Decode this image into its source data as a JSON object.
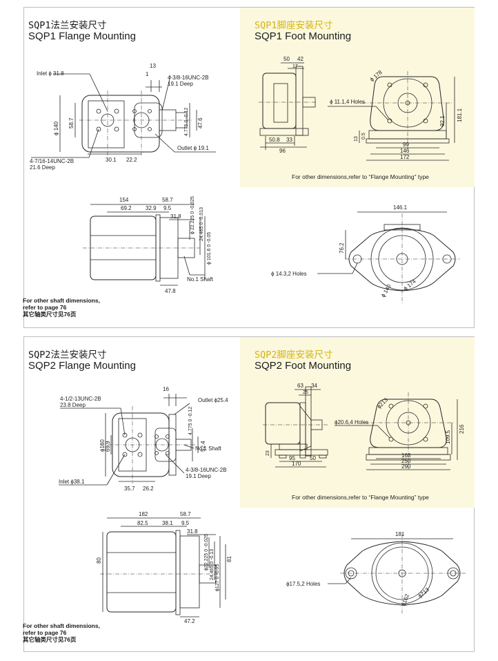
{
  "sqp1": {
    "flange_title_cn": "SQP1法兰安装尺寸",
    "flange_title_en": "SQP1 Flange Mounting",
    "foot_title_cn": "SQP1脚座安装尺寸",
    "foot_title_en": "SQP1 Foot Mounting",
    "foot_note": "For other dimensions,refer to “Flange Mounting” type",
    "shaft_note_l1": "For other shaft dimensions,",
    "shaft_note_l2": "refer to page",
    "shaft_note_page": "76",
    "shaft_note_cn": "其它轴类尺寸见76页",
    "labels": {
      "inlet": "Inlet ϕ 31.8",
      "d13": "13",
      "d1": "1",
      "unc1": "4-3/8-16UNC-2B",
      "deep1": "19.1 Deep",
      "d4775": "4.775 0 -0.12",
      "phi140": "ϕ 140",
      "d587v": "58.7",
      "d476": "47.6",
      "unc2": "4-7/16-14UNC-2B",
      "deep2": "21.6 Deep",
      "d301": "30.1",
      "d222": "22.2",
      "outlet": "Outlet ϕ 19.1",
      "d154": "154",
      "d587": "58.7",
      "d692": "69.2",
      "d329": "32.9",
      "d95": "9.5",
      "d318": "31.8",
      "shaft1": "ϕ 22.225 0 -0.025",
      "shaft2": "24.465 0 -0.013",
      "shaft3": "ϕ 101.6 0 -0.05",
      "no1shaft": "No.1 Shaft",
      "d478": "47.8",
      "f50": "50",
      "f42": "42",
      "f17": "17",
      "f_holes": "ϕ 11.1,4 Holes",
      "f13": "13",
      "f05": "0.5",
      "f508": "50.8",
      "f33": "33",
      "f96": "96",
      "f178": "ϕ 178",
      "f1811": "181.1",
      "f921": "92.1",
      "f99": "99",
      "f146": "146",
      "f172": "172",
      "b1461": "146.1",
      "b762": "76.2",
      "b_holes": "ϕ 14.3,2 Holes",
      "b140": "ϕ 140",
      "b174": "ϕ 174"
    }
  },
  "sqp2": {
    "flange_title_cn": "SQP2法兰安装尺寸",
    "flange_title_en": "SQP2 Flange Mounting",
    "foot_title_cn": "SQP2脚座安装尺寸",
    "foot_title_en": "SQP2 Foot Mounting",
    "foot_note": "For other dimensions,refer to “Flange Mounting” type",
    "shaft_note_l1": "For other shaft dimensions,",
    "shaft_note_l2": "refer to page",
    "shaft_note_page": "76",
    "shaft_note_cn": "其它轴类尺寸见76页",
    "labels": {
      "unc1": "4-1/2-13UNC-2B",
      "deep1": "23.8 Deep",
      "d16": "16",
      "outlet": "Outlet ϕ25.4",
      "d4775": "4.775 0 -0.12",
      "phi160": "ϕ160",
      "d699": "69.9",
      "d524": "52.4",
      "no1shaft": "No.1 Shaft",
      "unc2": "4-3/8-16UNC-2B",
      "deep2": "19.1 Deep",
      "inlet": "Inlet ϕ38.1",
      "d357": "35.7",
      "d262": "26.2",
      "d182": "182",
      "d587": "58.7",
      "d825": "82.5",
      "d381": "38.1",
      "d95": "9.5",
      "d318": "31.8",
      "d80": "80",
      "shaft1": "ϕ22.225 0 -0.025",
      "shaft2": "24.465 0 -0.13",
      "shaft3": "ϕ127 0 -0.05",
      "d81": "81",
      "d472": "47.2",
      "f63": "63",
      "f34": "34",
      "f25": "25",
      "f_holes": "ϕ20.6,4 Holes",
      "f23": "23",
      "f95": "95",
      "f50": "50",
      "f170": "170",
      "f213": "ϕ213",
      "f1095": "109.5",
      "f216": "216",
      "f163": "163",
      "f250": "250",
      "f290": "290",
      "b181": "181",
      "b_holes": "ϕ17.5,2 Holes",
      "b162": "ϕ162",
      "b213": "ϕ213"
    }
  }
}
